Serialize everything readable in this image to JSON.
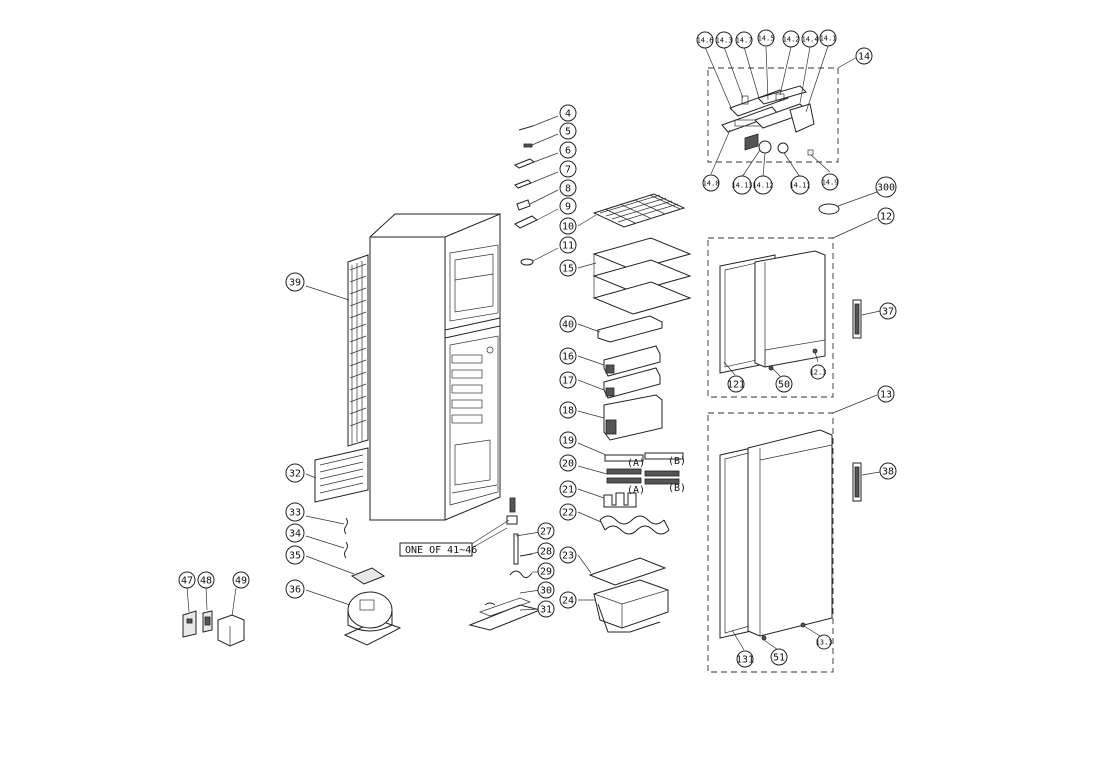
{
  "labels": {
    "b4": "4",
    "b5": "5",
    "b6": "6",
    "b7": "7",
    "b8": "8",
    "b9": "9",
    "b10": "10",
    "b11": "11",
    "b15": "15",
    "b40": "40",
    "b16": "16",
    "b17": "17",
    "b18": "18",
    "b19": "19",
    "b20": "20",
    "b21": "21",
    "b22": "22",
    "b23": "23",
    "b24": "24",
    "b27": "27",
    "b28": "28",
    "b29": "29",
    "b30": "30",
    "b31": "31",
    "b39": "39",
    "b32": "32",
    "b33": "33",
    "b34": "34",
    "b35": "35",
    "b36": "36",
    "b47": "47",
    "b48": "48",
    "b49": "49",
    "b14_6": "14.6",
    "b14_3": "14.3",
    "b14_7": "14.7",
    "b14_5": "14.5",
    "b14_2": "14.2",
    "b14_4": "14.4",
    "b14_1": "14.1",
    "b14": "14",
    "b14_8": "14.8",
    "b14_13": "14.13",
    "b14_12": "14.12",
    "b14_11": "14.11",
    "b14_9": "14.9",
    "b300": "300",
    "b12": "12",
    "b37": "37",
    "b121": "121",
    "b50": "50",
    "b123": "12.3",
    "b13": "13",
    "b38": "38",
    "b131": "131",
    "b51": "51",
    "b133": "13.3"
  },
  "variant_marks": {
    "a19": "(A)",
    "b19": "(B)",
    "a20": "(A)",
    "b20": "(B)"
  },
  "note_text": "ONE OF 41~46"
}
